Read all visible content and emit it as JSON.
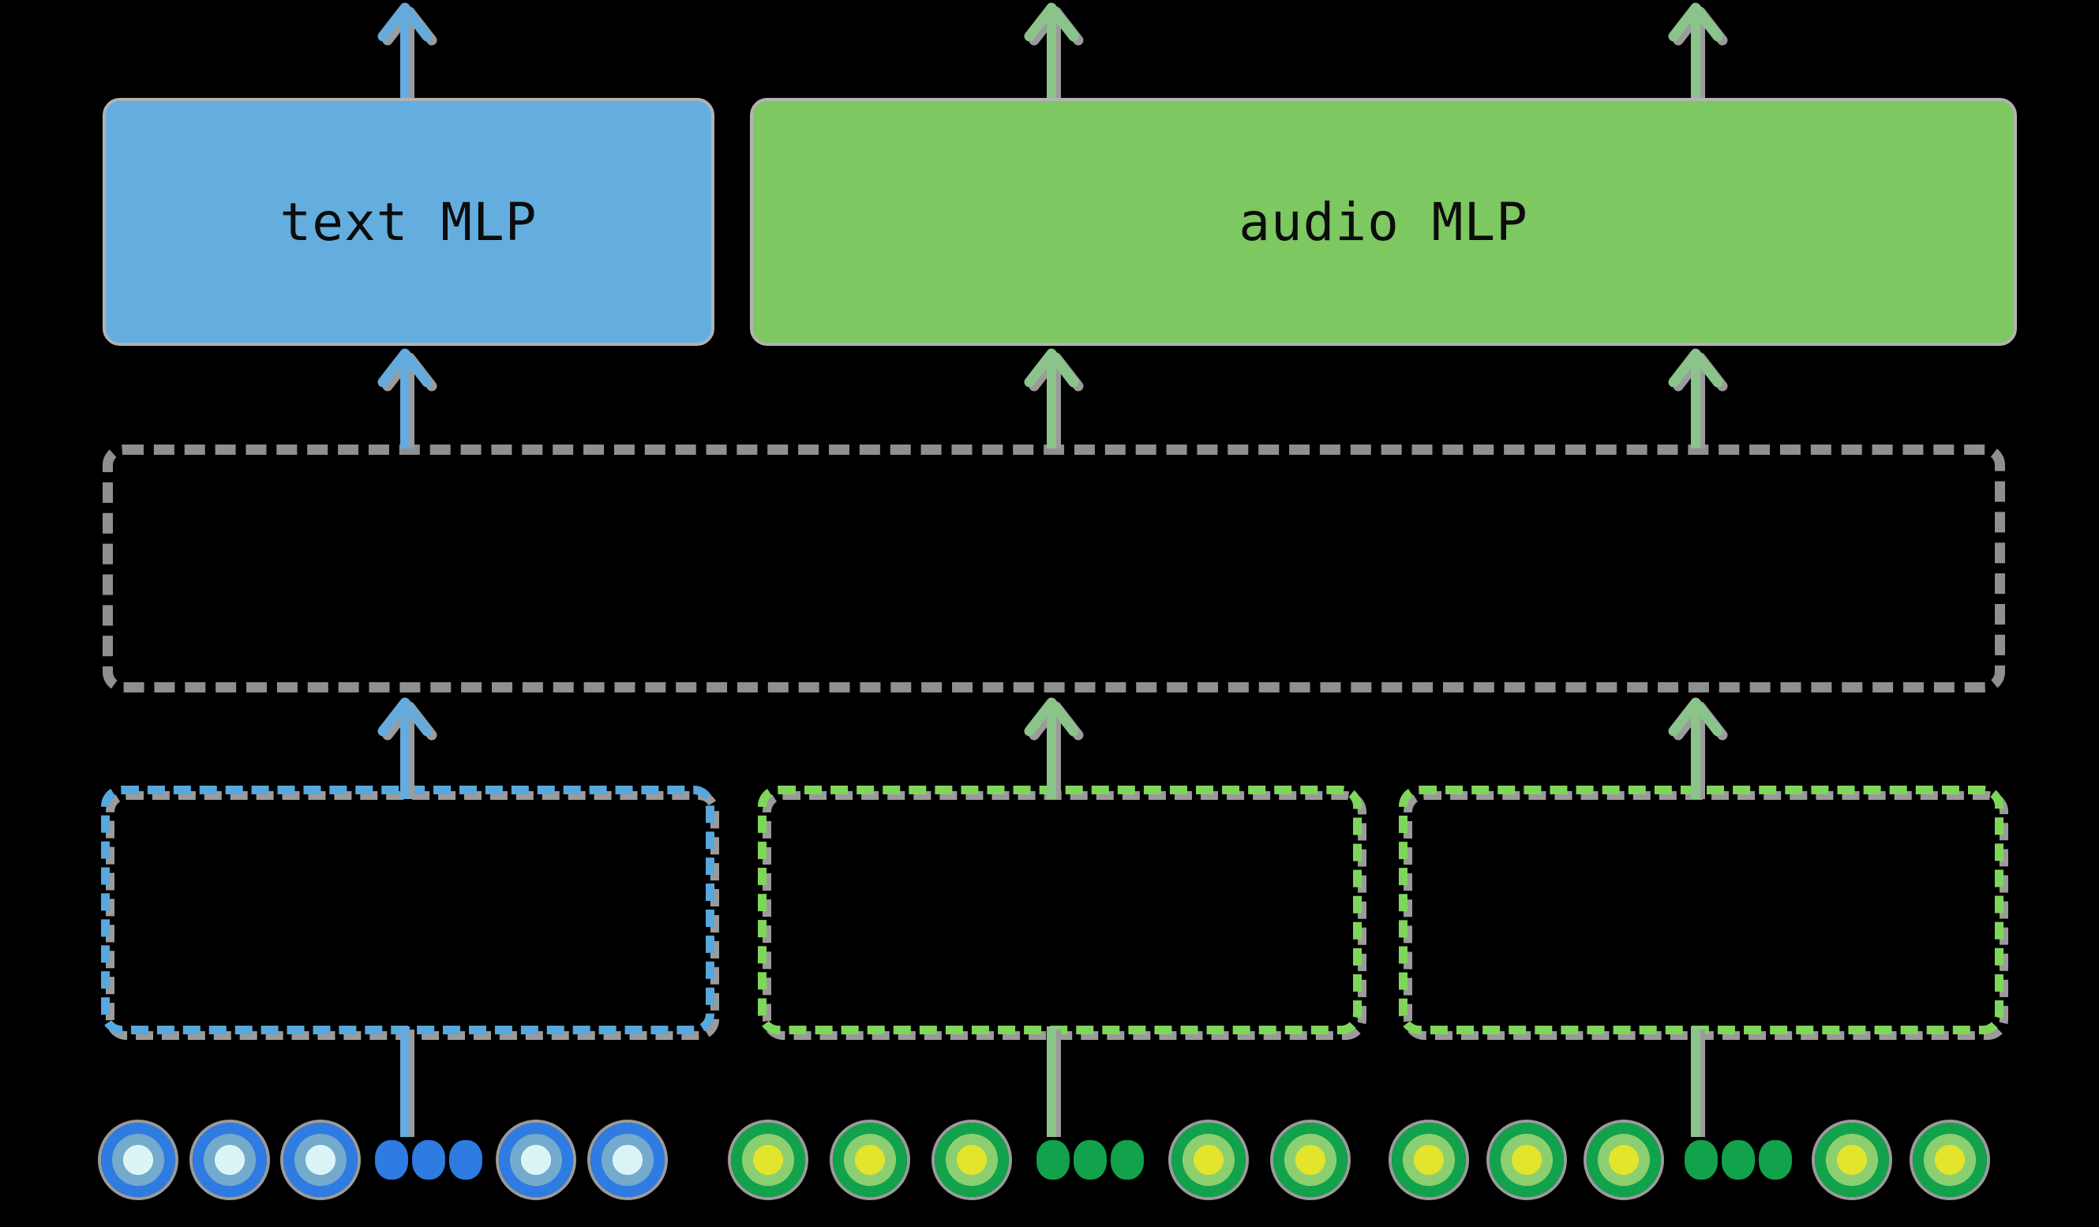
{
  "figure": {
    "background_color": "#000000",
    "output_heads": [
      {
        "id": "text_mlp",
        "label": "text MLP",
        "fill_color": "#63aede",
        "border_color": "#b2b2b2",
        "text_color": "#0c0c0c"
      },
      {
        "id": "audio_mlp",
        "label": "audio MLP",
        "fill_color": "#7dc861",
        "border_color": "#b2b2b2",
        "text_color": "#0c0c0c"
      }
    ],
    "backbone_box": {
      "style": "dashed",
      "dash_color": "#8f8f8f",
      "fill": "none"
    },
    "input_boxes": [
      {
        "id": "left",
        "style": "dashed",
        "dash_color": "#56a8dd",
        "shadow_color": "#9b9b9b"
      },
      {
        "id": "middle",
        "style": "dashed",
        "dash_color": "#7fd75a",
        "shadow_color": "#9b9b9b"
      },
      {
        "id": "right",
        "style": "dashed",
        "dash_color": "#7fd75a",
        "shadow_color": "#9b9b9b"
      }
    ],
    "arrow_colors": {
      "blue": "#66abdb",
      "green": "#8bc48b",
      "shadow": "#9b9b9b"
    },
    "token_row": {
      "groups": [
        {
          "id": "blue_tokens",
          "color": "blue",
          "dots_count": 3,
          "items": [
            "circle",
            "circle",
            "circle",
            "dots",
            "circle",
            "circle"
          ],
          "circle_colors": {
            "outer": "#2e7ce2",
            "middle": "#74aacb",
            "inner": "#dbf5f7"
          },
          "dot_color": "#2e7ce2"
        },
        {
          "id": "green_tokens_1",
          "color": "green",
          "dots_count": 3,
          "items": [
            "circle",
            "circle",
            "circle",
            "dots",
            "circle",
            "circle"
          ],
          "circle_colors": {
            "outer": "#12a24c",
            "middle": "#8ccf70",
            "inner": "#e3e42c"
          },
          "dot_color": "#12a24c"
        },
        {
          "id": "green_tokens_2",
          "color": "green",
          "dots_count": 3,
          "items": [
            "circle",
            "circle",
            "circle",
            "dots",
            "circle",
            "circle"
          ],
          "circle_colors": {
            "outer": "#12a24c",
            "middle": "#8ccf70",
            "inner": "#e3e42c"
          },
          "dot_color": "#12a24c"
        }
      ]
    }
  }
}
